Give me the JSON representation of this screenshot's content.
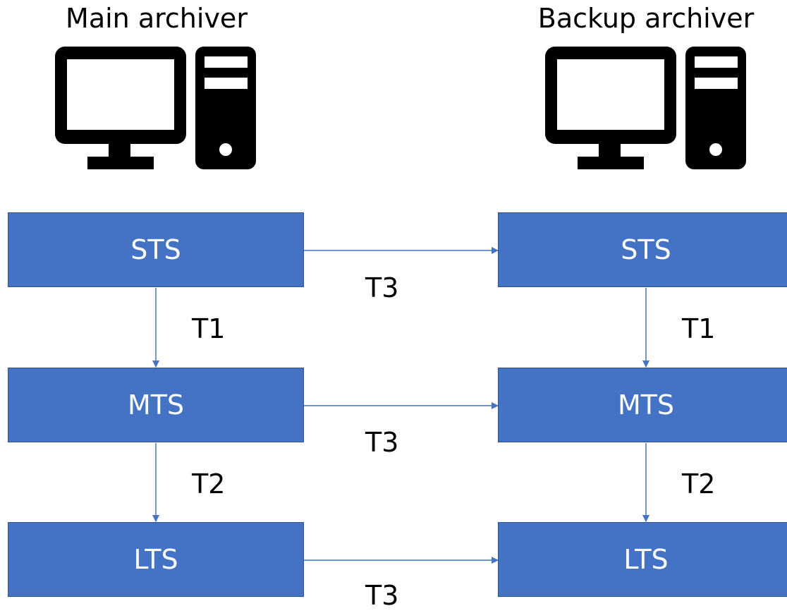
{
  "main": {
    "title": "Main archiver",
    "icon": "desktop-computer-icon",
    "tiers": [
      "STS",
      "MTS",
      "LTS"
    ]
  },
  "backup": {
    "title": "Backup archiver",
    "icon": "desktop-computer-icon",
    "tiers": [
      "STS",
      "MTS",
      "LTS"
    ]
  },
  "transitions": {
    "sts_to_mts": "T1",
    "mts_to_lts": "T2",
    "replication": "T3"
  },
  "colors": {
    "box_fill": "#4472c4",
    "box_border": "#2f528f",
    "arrow": "#4472c4",
    "box_text": "#ffffff"
  }
}
